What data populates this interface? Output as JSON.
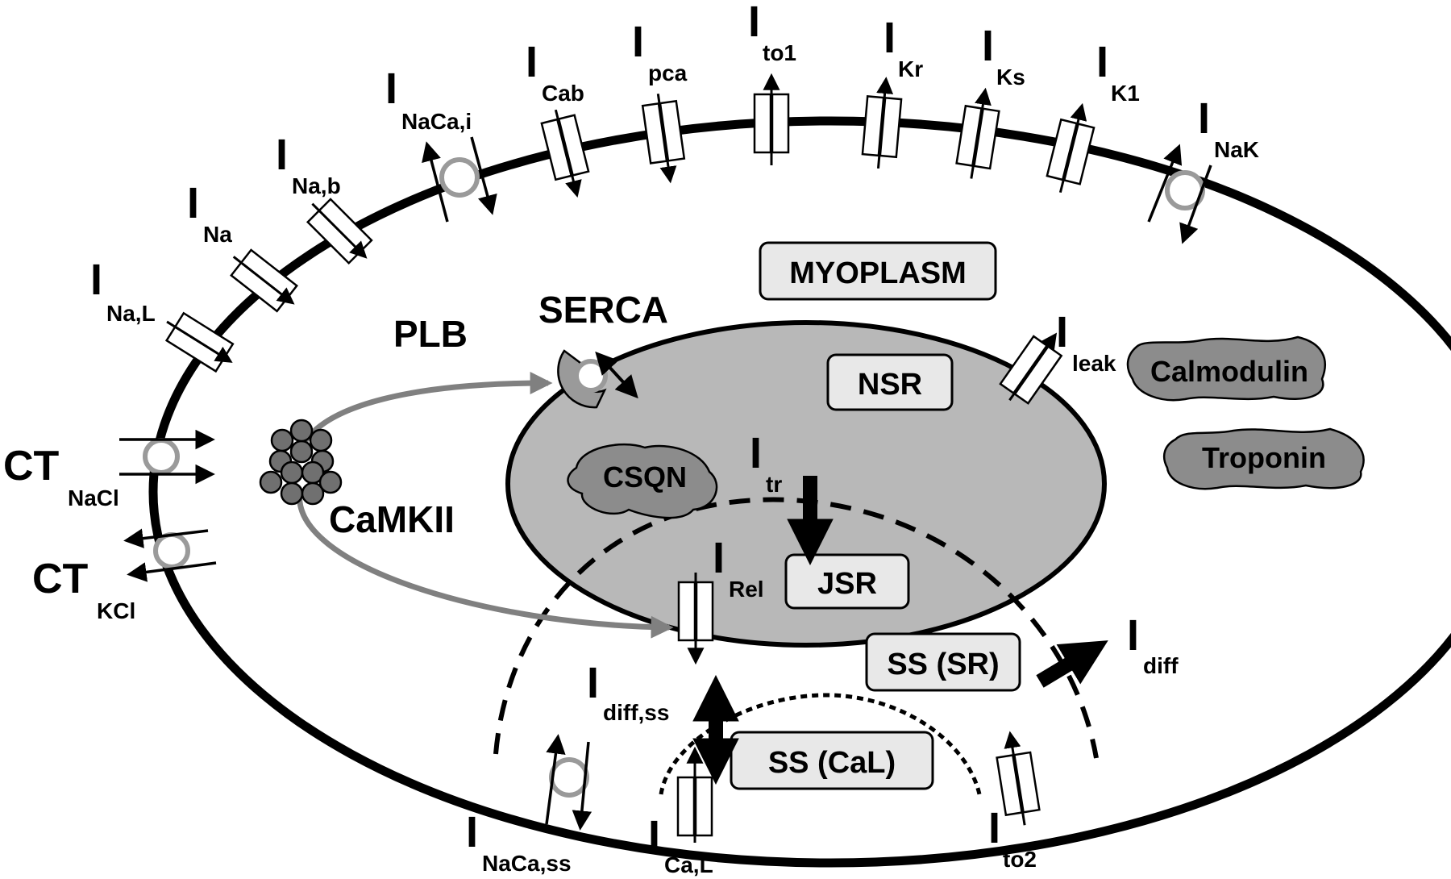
{
  "labels": {
    "plb": "PLB",
    "serca": "SERCA",
    "camkii": "CaMKII",
    "csqn": "CSQN",
    "calmodulin": "Calmodulin",
    "troponin": "Troponin"
  },
  "boxes": {
    "myoplasm": "MYOPLASM",
    "nsr": "NSR",
    "jsr": "JSR",
    "ss_sr": "SS (SR)",
    "ss_cal": "SS (CaL)"
  },
  "currents": {
    "i_na_l": {
      "main": "I",
      "sub": "Na,L"
    },
    "i_na": {
      "main": "I",
      "sub": "Na"
    },
    "i_na_b": {
      "main": "I",
      "sub": "Na,b"
    },
    "i_naca_i": {
      "main": "I",
      "sub": "NaCa,i"
    },
    "i_cab": {
      "main": "I",
      "sub": "Cab"
    },
    "i_pca": {
      "main": "I",
      "sub": "pca"
    },
    "i_to1": {
      "main": "I",
      "sub": "to1"
    },
    "i_kr": {
      "main": "I",
      "sub": "Kr"
    },
    "i_ks": {
      "main": "I",
      "sub": "Ks"
    },
    "i_k1": {
      "main": "I",
      "sub": "K1"
    },
    "i_nak": {
      "main": "I",
      "sub": "NaK"
    },
    "i_leak": {
      "main": "I",
      "sub": "leak"
    },
    "i_tr": {
      "main": "I",
      "sub": "tr"
    },
    "i_rel": {
      "main": "I",
      "sub": "Rel"
    },
    "i_diff": {
      "main": "I",
      "sub": "diff"
    },
    "i_diff_ss": {
      "main": "I",
      "sub": "diff,ss"
    },
    "i_naca_ss": {
      "main": "I",
      "sub": "NaCa,ss"
    },
    "i_ca_l": {
      "main": "I",
      "sub": "Ca,L"
    },
    "i_to2": {
      "main": "I",
      "sub": "to2"
    },
    "ct_nacl": {
      "main": "CT",
      "sub": "NaCl"
    },
    "ct_kcl": {
      "main": "CT",
      "sub": "KCl"
    }
  },
  "colors": {
    "membrane": "#000000",
    "sr_fill": "#b8b8b8",
    "box_fill": "#e8e8e8",
    "bubble_fill": "#8c8c8c",
    "camkii_fill": "#707070",
    "arrow_gray": "#808080",
    "ring_gray": "#9a9a9a"
  }
}
